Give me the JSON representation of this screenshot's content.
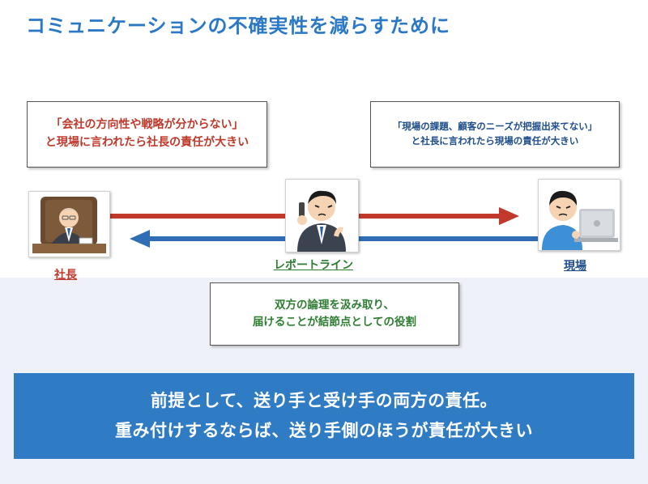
{
  "title": "コミュニケーションの不確実性を減らすために",
  "notes": {
    "left": [
      "「会社の方向性や戦略が分からない」",
      "と現場に言われたら社長の責任が大きい"
    ],
    "right": [
      "「現場の課題、顧客のニーズが把握出来てない」",
      "と社長に言われたら現場の責任が大きい"
    ],
    "center": [
      "双方の論理を汲み取り、",
      "届けることが結節点としての役割"
    ]
  },
  "people": {
    "left": {
      "label": "社長",
      "icon": "president-at-desk-icon"
    },
    "center": {
      "label": "レポートライン",
      "icon": "middle-manager-on-phone-icon"
    },
    "right": {
      "label": "現場",
      "icon": "worker-at-laptop-icon"
    }
  },
  "colors": {
    "title": "#2a78c6",
    "red": "#c0392b",
    "blue": "#2f6db5",
    "green": "#2e7d32",
    "banner_bg": "#2f7cc4"
  },
  "banner": [
    "前提として、送り手と受け手の両方の責任。",
    "重み付けするならば、送り手側のほうが責任が大きい"
  ]
}
